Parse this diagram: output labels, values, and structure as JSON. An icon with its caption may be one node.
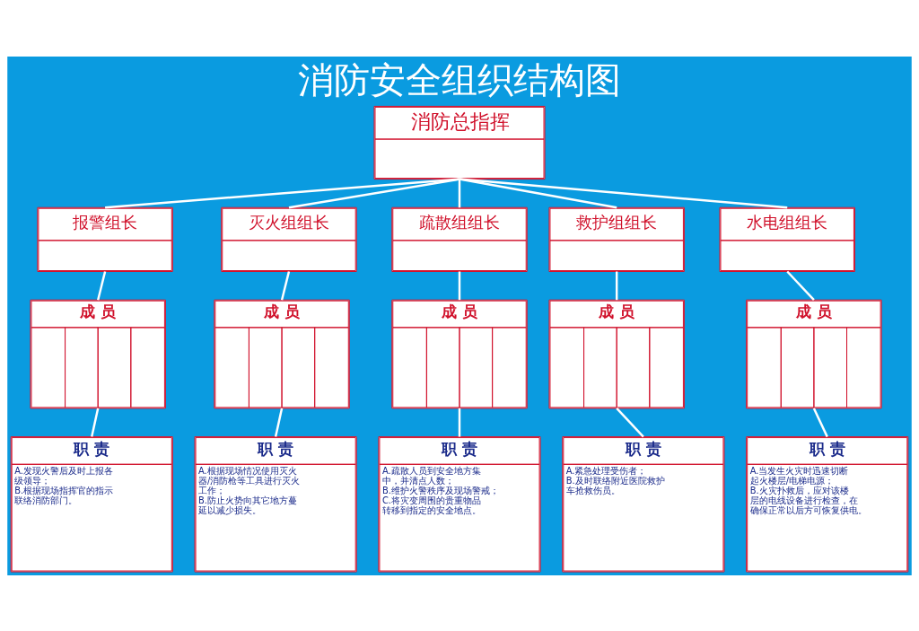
{
  "diagram": {
    "title": "消防安全组织结构图",
    "nodes": [
      {
        "text": [
          "消防总指挥"
        ]
      },
      {
        "text": [
          "报警组长"
        ]
      },
      {
        "text": [
          "灭火组组长"
        ]
      },
      {
        "text": [
          "疏散组组长"
        ]
      },
      {
        "text": [
          "救护组组长"
        ]
      },
      {
        "text": [
          "水电组组长"
        ]
      },
      {
        "text": [
          "成 员"
        ]
      },
      {
        "text": [
          "成 员"
        ]
      },
      {
        "text": [
          "成 员"
        ]
      },
      {
        "text": [
          "成 员"
        ]
      },
      {
        "text": [
          "成 员"
        ]
      },
      {
        "text": [
          "职 责",
          "A.发现火警后及时上报各级领导；",
          "B.根据现场指挥官的指示联络消防部门。"
        ]
      },
      {
        "text": [
          "职 责",
          "A.根据现场情况使用灭火器/消防枪等工具进行灭火工作；",
          "B.防止火势向其它地方蔓延以减少损失。"
        ]
      },
      {
        "text": [
          "职 责",
          "A.疏散人员到安全地方集中，并清点人数；",
          "B.维护火警秩序及现场警戒；",
          "C.将灾变周围的贵重物品转移到指定的安全地点。"
        ]
      },
      {
        "text": [
          "职 责",
          "A.紧急处理受伤者；",
          "B.及时联络附近医院救护车抢救伤员。"
        ]
      },
      {
        "text": [
          "职 责",
          "A.当发生火灾时迅速切断起火楼层/电梯电源；",
          "B.火灾扑救后，应对该楼层的电线设备进行检查，在确保正常以后方可恢复供电。"
        ]
      }
    ],
    "edges": [
      {
        "from": 0,
        "to": 1,
        "arrow": "none"
      },
      {
        "from": 0,
        "to": 2,
        "arrow": "none"
      },
      {
        "from": 0,
        "to": 3,
        "arrow": "none"
      },
      {
        "from": 0,
        "to": 4,
        "arrow": "none"
      },
      {
        "from": 0,
        "to": 5,
        "arrow": "none"
      },
      {
        "from": 1,
        "to": 6,
        "arrow": "none"
      },
      {
        "from": 2,
        "to": 7,
        "arrow": "none"
      },
      {
        "from": 3,
        "to": 8,
        "arrow": "none"
      },
      {
        "from": 4,
        "to": 9,
        "arrow": "none"
      },
      {
        "from": 5,
        "to": 10,
        "arrow": "none"
      },
      {
        "from": 6,
        "to": 11,
        "arrow": "none"
      },
      {
        "from": 7,
        "to": 12,
        "arrow": "none"
      },
      {
        "from": 8,
        "to": 13,
        "arrow": "none"
      },
      {
        "from": 9,
        "to": 14,
        "arrow": "none"
      },
      {
        "from": 10,
        "to": 15,
        "arrow": "none"
      }
    ]
  }
}
